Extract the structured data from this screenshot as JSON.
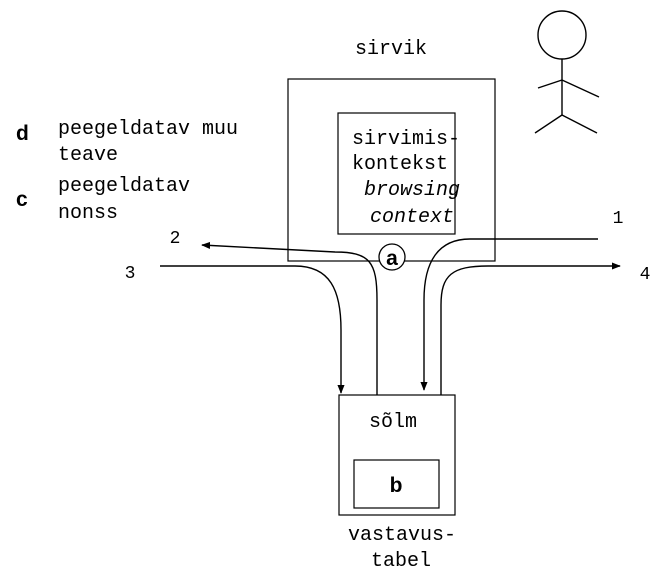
{
  "browser": {
    "title": "sirvik",
    "context_line1": "sirvimis-",
    "context_line2": "kontekst",
    "context_en_line1": "browsing",
    "context_en_line2": "context",
    "marker": "a"
  },
  "node": {
    "title": "sõlm",
    "marker": "b",
    "table_line1": "vastavus-",
    "table_line2": "tabel"
  },
  "legend": [
    {
      "letter": "d",
      "line1": "peegeldatav muu",
      "line2": "teave"
    },
    {
      "letter": "c",
      "line1": "peegeldatav",
      "line2": "nonss"
    }
  ],
  "flows": [
    "1",
    "2",
    "3",
    "4"
  ]
}
